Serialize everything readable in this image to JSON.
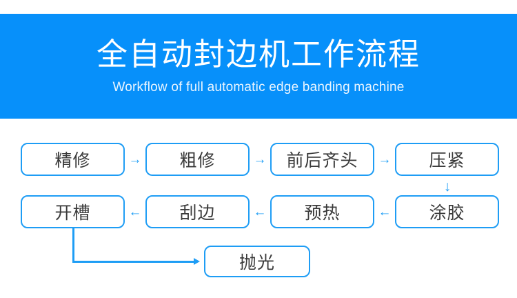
{
  "banner": {
    "title": "全自动封边机工作流程",
    "subtitle": "Workflow of full automatic edge banding machine",
    "background_color": "#0790fa",
    "title_color": "#ffffff"
  },
  "flow": {
    "accent_color": "#1e9df5",
    "node_text_color": "#3a3a3a",
    "rows": [
      {
        "direction": "left-to-right",
        "nodes": [
          {
            "label": "精修"
          },
          {
            "label": "粗修"
          },
          {
            "label": "前后齐头"
          },
          {
            "label": "压紧"
          }
        ],
        "connectors": [
          {
            "glyph": "→",
            "name": "arrow-right"
          },
          {
            "glyph": "→",
            "name": "arrow-right"
          },
          {
            "glyph": "→",
            "name": "arrow-right"
          }
        ]
      },
      {
        "direction": "right-to-left",
        "nodes": [
          {
            "label": "开槽"
          },
          {
            "label": "刮边"
          },
          {
            "label": "预热"
          },
          {
            "label": "涂胶"
          }
        ],
        "connectors": [
          {
            "glyph": "←",
            "name": "arrow-left"
          },
          {
            "glyph": "←",
            "name": "arrow-left"
          },
          {
            "glyph": "←",
            "name": "arrow-left"
          }
        ]
      },
      {
        "direction": "left-to-right",
        "nodes": [
          {
            "label": "抛光"
          }
        ],
        "connectors": []
      }
    ],
    "vertical_connector": {
      "glyph": "↓",
      "name": "arrow-down",
      "from": "压紧",
      "to": "涂胶"
    },
    "elbow_connector": {
      "name": "elbow-connector",
      "from": "开槽",
      "to": "抛光"
    }
  }
}
